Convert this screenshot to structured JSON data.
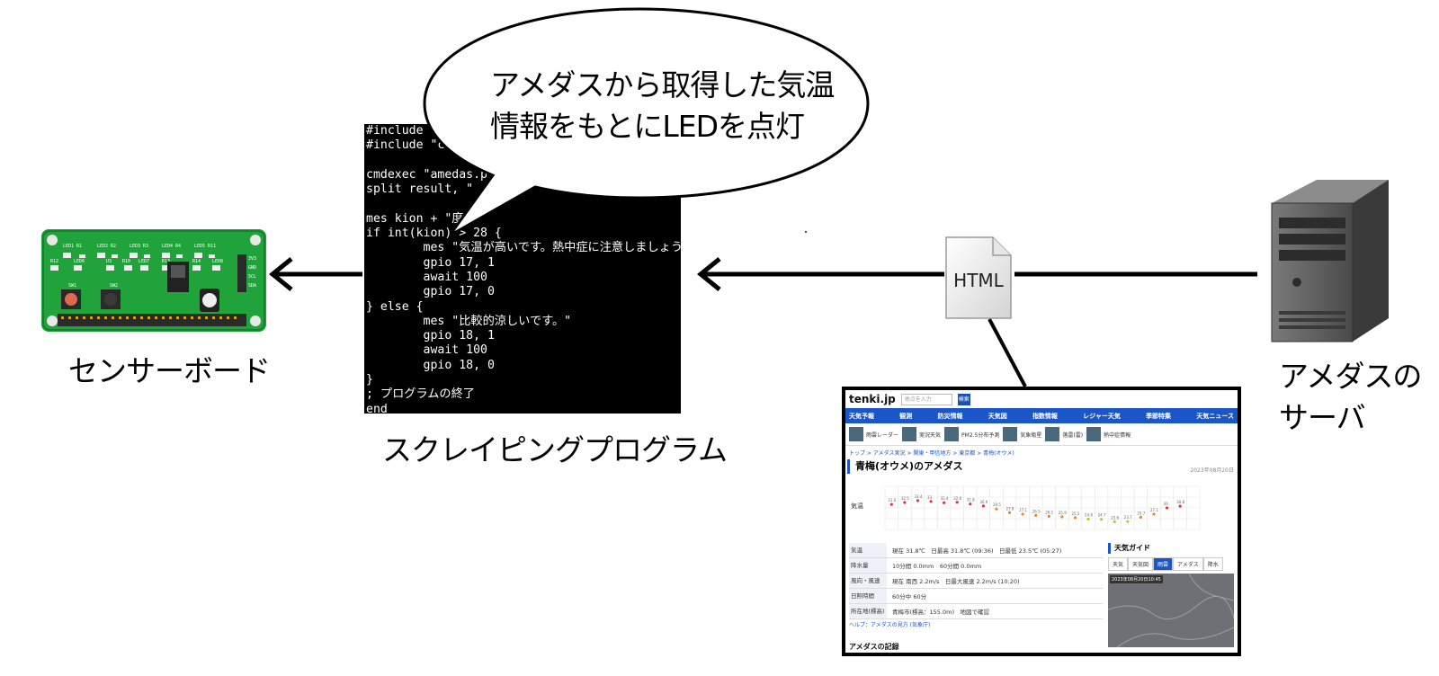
{
  "speech_bubble": {
    "line1": "アメダスから取得した気温",
    "line2": "情報をもとにLEDを点灯"
  },
  "labels": {
    "sensor_board": "センサーボード",
    "scraping_program": "スクレイピングプログラム",
    "amedas_server_line1": "アメダスの",
    "amedas_server_line2": "サーバ",
    "html_doc": "HTML"
  },
  "program_code": [
    "#include \"",
    "#include \"cm",
    "",
    "cmdexec \"amedas.p",
    "split result, \"",
    "",
    "mes kion + \"度\"",
    "if int(kion) > 28 {",
    "        mes \"気温が高いです。熱中症に注意しましょう",
    "        gpio 17, 1",
    "        await 100",
    "        gpio 17, 0",
    "} else {",
    "        mes \"比較的涼しいです。\"",
    "        gpio 18, 1",
    "        await 100",
    "        gpio 18, 0",
    "}",
    "; プログラムの終了",
    "end"
  ],
  "board": {
    "silkscreen": [
      "LED1",
      "R1",
      "LED2",
      "R2",
      "LED3",
      "R3",
      "LED4",
      "R4",
      "LED5",
      "R11",
      "R12",
      "LED6",
      "U3",
      "R10",
      "LED7",
      "R13",
      "R14",
      "LED8",
      "SW1",
      "SW2",
      "3V3",
      "GND",
      "SCL",
      "SDA"
    ],
    "colors": {
      "pcb": "#1fa33a",
      "header": "#2a2a2a",
      "button_red": "#e06a4e"
    }
  },
  "website": {
    "logo": "tenki.jp",
    "search_placeholder": "地点を入力",
    "search_button": "検索",
    "nav": [
      "天気予報",
      "観測",
      "防災情報",
      "天気図",
      "指数情報",
      "レジャー天気",
      "季節特集",
      "天気ニュース"
    ],
    "subnav": [
      "雨雲レーダー",
      "実況天気",
      "PM2.5分布予測",
      "気象衛星",
      "落雷(雷)",
      "熱中症情報"
    ],
    "breadcrumb": "トップ > アメダス実況 > 関東・甲信地方 > 東京都 > 青梅(オウメ)",
    "page_title": "青梅(オウメ)のアメダス",
    "date": "2023年08月20日",
    "chart_temps": [
      31.6,
      32.5,
      33.4,
      33.0,
      32.4,
      32.6,
      31.8,
      30.9,
      29.5,
      27.8,
      27.1,
      26.5,
      26.1,
      25.9,
      25.5,
      24.8,
      24.7,
      23.6,
      23.7,
      25.7,
      27.1,
      30.0,
      30.8
    ],
    "table": [
      {
        "h": "気温",
        "v": "現在 31.8℃　日最高 31.8℃ (09:36)　日最低 23.5℃ (05:27)"
      },
      {
        "h": "降水量",
        "v": "10分間 0.0mm　60分間 0.0mm"
      },
      {
        "h": "風向・風速",
        "v": "現在 南西 2.2m/s　日最大風速 2.2m/s (10:20)"
      },
      {
        "h": "日照時間",
        "v": "60分中 60分"
      },
      {
        "h": "所在地(標高)",
        "v": "青梅市(標高：155.0m)　地図で確認"
      }
    ],
    "footer_link": "ヘルプ：アメダスの見方 (気象庁)",
    "footer_heading": "アメダスの記録",
    "guide_title": "天気ガイド",
    "guide_tabs": [
      "天気",
      "天気図",
      "雨雲",
      "アメダス",
      "降水"
    ],
    "map_label": "2023年08月20日10:45"
  }
}
